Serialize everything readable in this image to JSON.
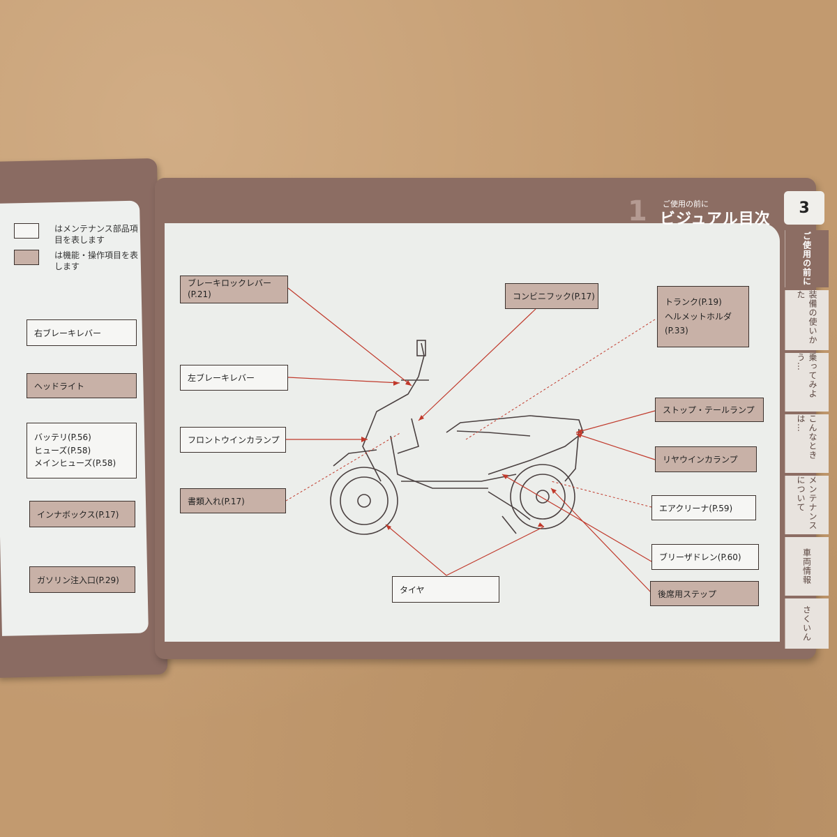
{
  "legend": {
    "maintenance_label": "はメンテナンス部品項目を表します",
    "function_label": "は機能・操作項目を表します"
  },
  "header": {
    "chapter_number": "1",
    "chapter_subtitle": "ご使用の前に",
    "title": "ビジュアル目次",
    "page_number": "3"
  },
  "tabs": [
    {
      "label": "ご使用の前に",
      "active": true
    },
    {
      "label": "装備の使いかた",
      "active": false
    },
    {
      "label": "乗ってみよう…",
      "active": false
    },
    {
      "label": "こんなときは…",
      "active": false
    },
    {
      "label": "メンテナンスについて",
      "active": false
    },
    {
      "label": "車両情報",
      "active": false
    },
    {
      "label": "さくいん",
      "active": false
    }
  ],
  "left_page_labels": {
    "right_brake_lever": "右ブレーキレバー",
    "headlight": "ヘッドライト",
    "battery": "バッテリ(P.56)",
    "fuse": "ヒューズ(P.58)",
    "main_fuse": "メインヒューズ(P.58)",
    "inner_box": "インナボックス(P.17)",
    "fuel_inlet": "ガソリン注入口(P.29)"
  },
  "right_page_labels": {
    "brake_lock_lever_1": "ブレーキロックレバー",
    "brake_lock_lever_2": "(P.21)",
    "convenience_hook": "コンビニフック(P.17)",
    "trunk": "トランク(P.19)",
    "helmet_holder_1": "ヘルメットホルダ",
    "helmet_holder_2": "(P.33)",
    "left_brake_lever": "左ブレーキレバー",
    "stop_tail_lamp": "ストップ・テールランプ",
    "front_winker": "フロントウインカランプ",
    "rear_winker": "リヤウインカランプ",
    "document_holder": "書類入れ(P.17)",
    "air_cleaner": "エアクリーナ(P.59)",
    "breather_drain": "ブリーザドレン(P.60)",
    "tire": "タイヤ",
    "passenger_step": "後席用ステップ"
  },
  "colors": {
    "page_frame": "#8c6d63",
    "function_box": "#c8b1a7",
    "leader_line": "#c0392b"
  }
}
